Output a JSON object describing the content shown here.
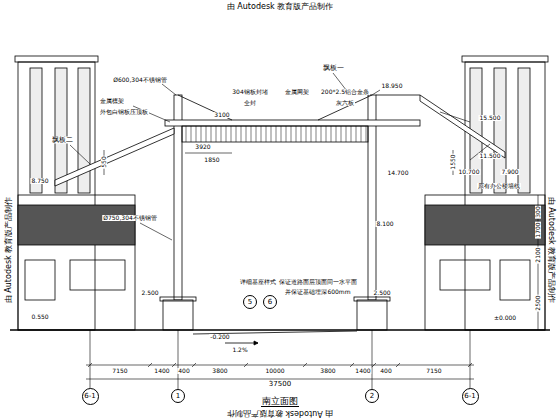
{
  "diagram": {
    "title": "南立面图",
    "nodes": [
      {
        "text": [
          "6-1"
        ]
      },
      {
        "text": [
          "1"
        ]
      },
      {
        "text": [
          "2"
        ]
      },
      {
        "text": [
          "6-1"
        ]
      },
      {
        "text": [
          "5"
        ]
      },
      {
        "text": [
          "6"
        ]
      }
    ],
    "labels": [
      "由 Autodesk 教育版产品制作",
      "由 Autodesk 教育版产品制作",
      "由 Autodesk 教育版产品制作",
      "由 Autodesk 教育版产品制作",
      "飘板一",
      "飘板二",
      "Ø600,304不锈钢管",
      "金属檩架",
      "外包白钢板压顶板",
      "304钢板封堵",
      "金属网架",
      "200*2.5铝合金条",
      "全封",
      "灰六板",
      "18.950",
      "15.500",
      "3100",
      "3920",
      "1850",
      "550",
      "1550",
      "11.500",
      "14.700",
      "10.700",
      "7.900",
      "原有办公楼墙线",
      "8.750",
      "Ø750,304不锈钢管",
      "8.100",
      "详细基座样式",
      "保证道路面层顶面同一水平面",
      "并保证基础埋深600mm",
      "2.500",
      "2.500",
      "0.550",
      "±0.000",
      "-0.200",
      "1.2%",
      "7150",
      "1400",
      "400",
      "3800",
      "10000",
      "3800",
      "1400",
      "400",
      "7150",
      "37500",
      "300",
      "1700",
      "2100",
      "2500"
    ]
  }
}
